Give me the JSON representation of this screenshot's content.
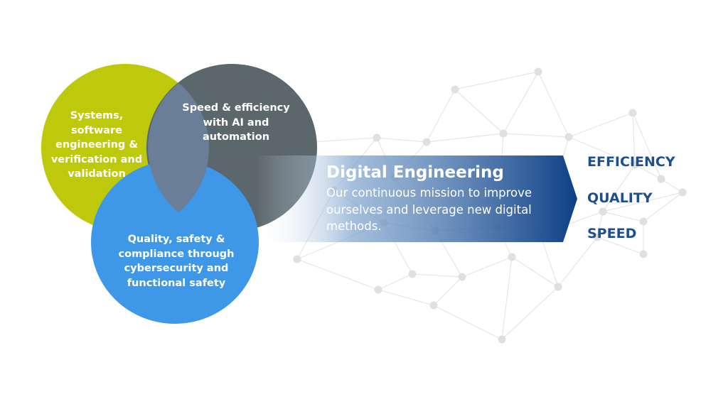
{
  "circles": {
    "systems": {
      "label": "Systems, software engineering & verification and validation",
      "color": "#bfc90b"
    },
    "speed": {
      "label": "Speed & efficiency with AI and automation",
      "color": "#5b676d"
    },
    "quality": {
      "label": "Quality, safety & compliance through cybersecurity and functional safety",
      "color": "#3f97e8"
    },
    "overlap_color": "#6a7f97"
  },
  "arrow": {
    "title": "Digital Engineering",
    "description": "Our continuous mission to improve ourselves and leverage new digital methods.",
    "color_start": "#ffffff",
    "color_end": "#0d3f86"
  },
  "outcomes": {
    "items": [
      "EFFICIENCY",
      "QUALITY",
      "SPEED"
    ],
    "color": "#1f4e8c"
  },
  "network": {
    "line_color": "#e6e6e6",
    "node_color": "#e0e0e0"
  }
}
